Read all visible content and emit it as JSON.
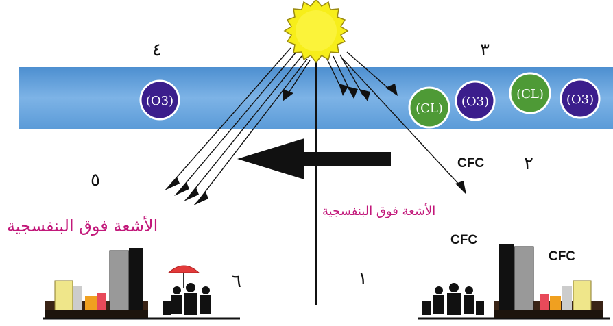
{
  "colors": {
    "sun": "#f7ee1a",
    "ozone_band": "#5f9fd8",
    "o3_molecule": "#3b1e8c",
    "cl_molecule": "#4e9a36",
    "uv_text": "#c2187a"
  },
  "numbers": {
    "n1": "١",
    "n2": "٢",
    "n3": "٣",
    "n4": "٤",
    "n5": "٥",
    "n6": "٦"
  },
  "molecules": {
    "o3_left": "(O3)",
    "cl_a": "(CL)",
    "o3_a": "(O3)",
    "cl_b": "(CL)",
    "o3_b": "(O3)"
  },
  "labels": {
    "cfc_1": "CFC",
    "cfc_2": "CFC",
    "cfc_3": "CFC",
    "uv_left": "الأشعة فوق البنفسجية",
    "uv_right": "الأشعة فوق البنفسجية"
  },
  "icons": [
    "sun-icon",
    "arrow-left-icon",
    "city-icon",
    "people-icon",
    "umbrella-icon"
  ]
}
